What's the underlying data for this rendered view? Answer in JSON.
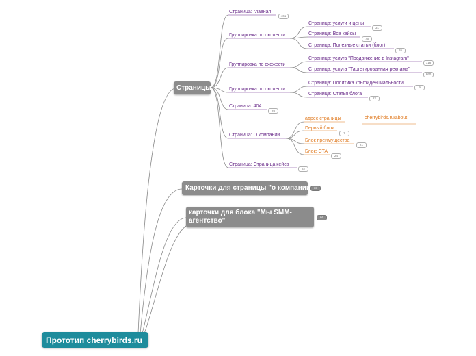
{
  "root": {
    "label": "Прототип cherrybirds.ru"
  },
  "pages": {
    "label": "Страницы",
    "items": {
      "main": {
        "label": "Страница: главная",
        "badge": "461"
      },
      "group1": {
        "label": "Группировка по схожести",
        "children": [
          {
            "label": "Страница: услуги и цены",
            "badge": "31"
          },
          {
            "label": "Страница: Все кейсы",
            "badge": "76"
          },
          {
            "label": "Страница: Полезные статьи (блог)",
            "badge": "65"
          }
        ]
      },
      "group2": {
        "label": "Группировка по схожести",
        "children": [
          {
            "label": "Страница: услуга \"Продвижение в Instagram\"",
            "badge": "718"
          },
          {
            "label": "Страница: услуга \"Таргетированная реклама\"",
            "badge": "660"
          }
        ]
      },
      "group3": {
        "label": "Группировка по схожести",
        "children": [
          {
            "label": "Страница: Политика конфиденциальности",
            "badge": "9"
          },
          {
            "label": "Страница: Статья блога",
            "badge": "22"
          }
        ]
      },
      "p404": {
        "label": "Страница: 404",
        "badge": "26"
      },
      "about": {
        "label": "Страница: О компании",
        "children": [
          {
            "label": "адрес страницы",
            "note": "cherrybirds.ru/about"
          },
          {
            "label": "Первый блок",
            "badge": "7"
          },
          {
            "label": "Блок преимущества",
            "badge": "21"
          },
          {
            "label": "Блок: CTA",
            "badge": "24"
          }
        ]
      },
      "case": {
        "label": "Страница: Страница кейса",
        "badge": "82"
      }
    }
  },
  "cards_about": {
    "label": "Карточки для страницы \"о компании\"",
    "badge": "33"
  },
  "cards_smm": {
    "label": "карточки для блока \"Мы SMM-агентство\"",
    "badge": "66"
  }
}
